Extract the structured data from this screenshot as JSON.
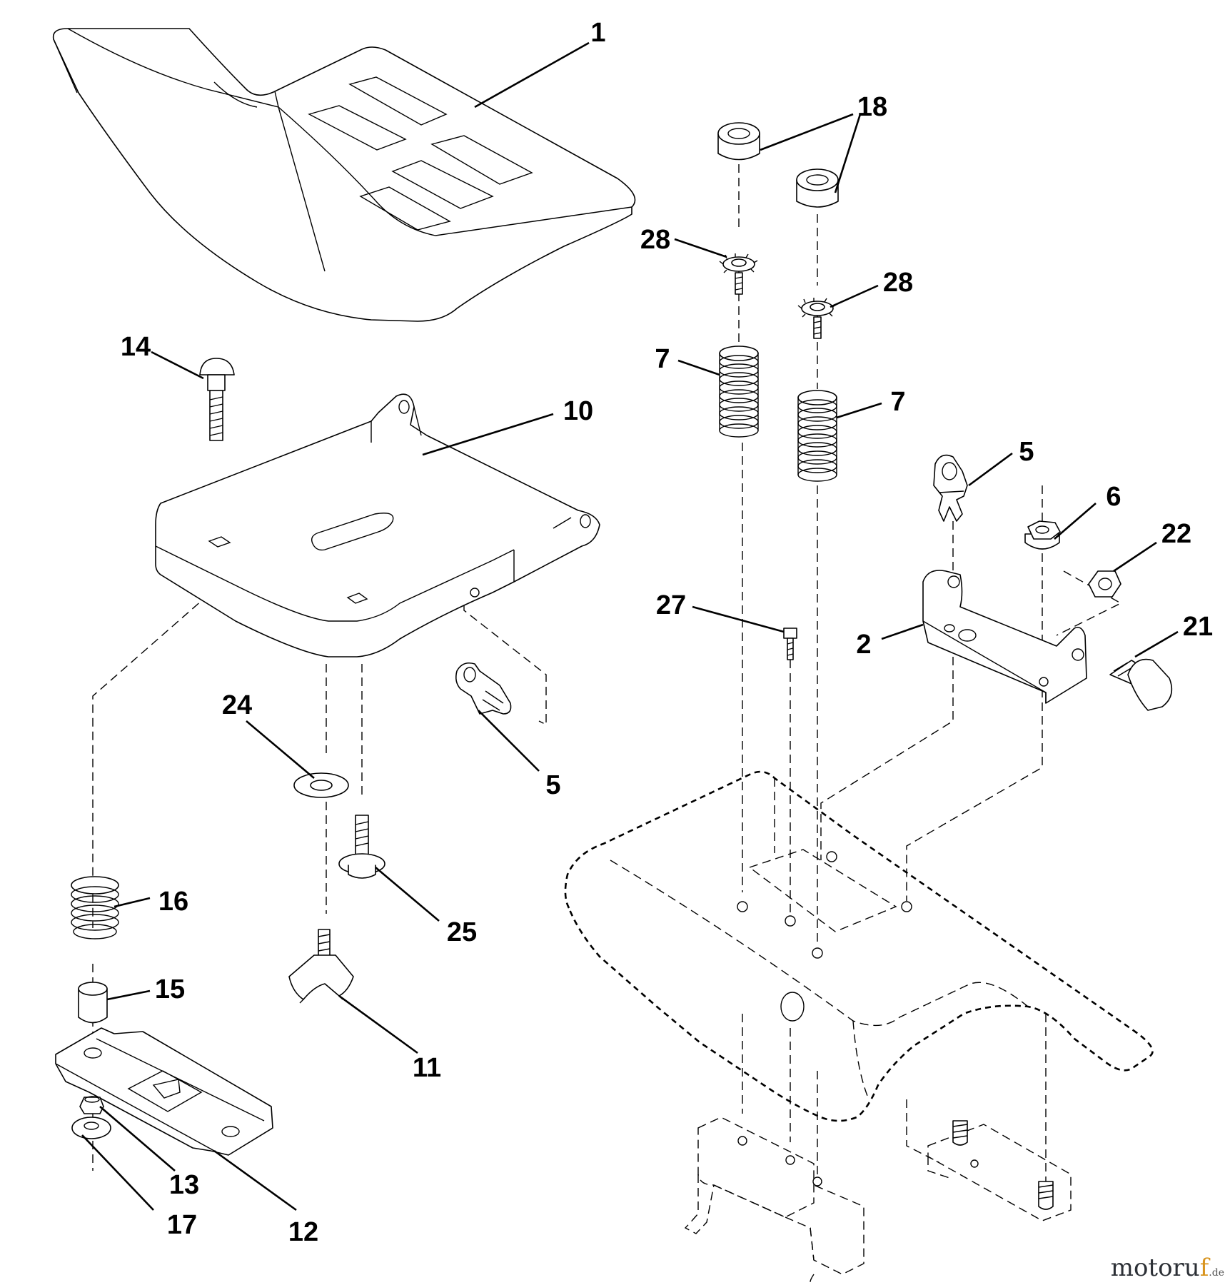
{
  "watermark": {
    "text_main": "motoru",
    "text_accent": "f",
    "text_tld": ".de"
  },
  "callouts": {
    "c1": "1",
    "c18": "18",
    "c28a": "28",
    "c28b": "28",
    "c14": "14",
    "c10": "10",
    "c7a": "7",
    "c7b": "7",
    "c5a": "5",
    "c6": "6",
    "c22": "22",
    "c27": "27",
    "c2": "2",
    "c21": "21",
    "c24": "24",
    "c5b": "5",
    "c16": "16",
    "c25": "25",
    "c15": "15",
    "c11": "11",
    "c13": "13",
    "c17": "17",
    "c12": "12"
  }
}
